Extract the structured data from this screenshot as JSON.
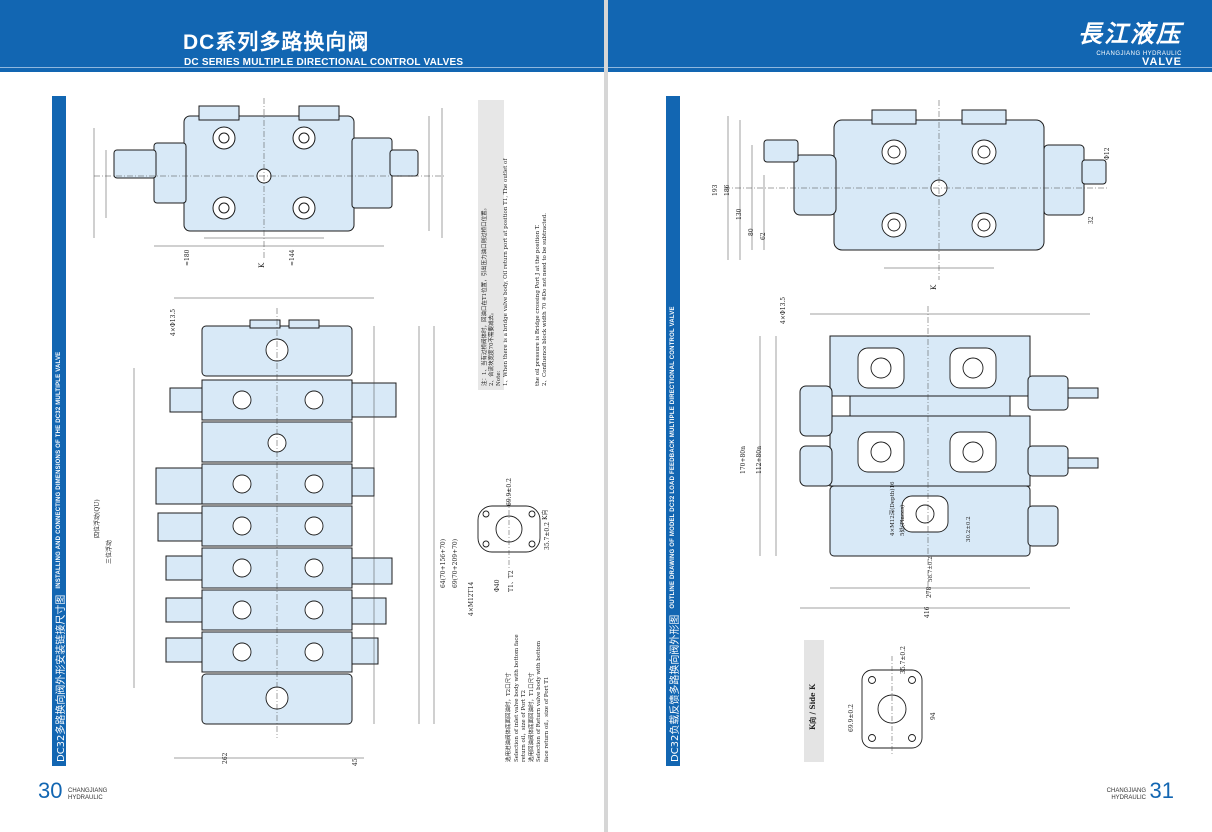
{
  "header": {
    "title_cn": "DC系列多路换向阀",
    "title_en": "DC SERIES MULTIPLE DIRECTIONAL CONTROL VALVES",
    "logo_text": "長江液压",
    "logo_line1": "CHANGJIANG HYDRAULIC",
    "logo_line2": "VALVE"
  },
  "left_page": {
    "section_title_cn": "DC32多路换向阀外形安装链接尺寸图",
    "section_title_en": "INSTALLING AND CONNECTING DIMENSIONS OF THE DC32 MULTIPLE VALVE",
    "page_number": "30",
    "brand_line1": "CHANGJIANG",
    "brand_line2": "HYDRAULIC",
    "notes": [
      "注：1、当有过桥阀体时，回油口在T1位置，引出压力油口则过桥口位置。",
      "2、合流块宽度70不需要减去。",
      "Note:",
      "1、When there is a bridge valve body, Oil return port at position T1, The outlet of",
      "the oil pressure is Bridge crossing Port J at the position T.",
      "2、Confluence block width 70 ※Do not need to be subtracted."
    ],
    "selection": [
      "选用进油阀体底面回油时，T2口尺寸",
      "Selection of inlet valve body with bottom face",
      "return oil，size of Port T2",
      "选用回油阀体底面回油时，T1口尺寸",
      "Selection of Return valve body with bottom",
      "face return oil，size of Port T1"
    ],
    "labels": {
      "quad_float": "四位浮动(QU)",
      "tri_float": "三位浮动",
      "k_dir": "K向",
      "bolt_holes": "4×Φ13.5",
      "dim_m12": "4×M12T14",
      "dim_phi40": "Φ40",
      "ports_t": "T1、T2",
      "dim_64": "64(70+156+70)",
      "dim_69": "69(70+209+70)",
      "dim_357": "35.7±0.2",
      "dim_699": "69.9±0.2",
      "dim_180": "≈180",
      "dim_144": "≈144",
      "dim_262": "262",
      "dim_45": "45",
      "k_mark": "K"
    }
  },
  "right_page": {
    "section_title_cn": "DC32负载反馈多路换向阀外形图",
    "section_title_en": "OUTLINE DRAWING OF MODEL DC32 LOAD FEEDBACK MULTIPLE DIRECTIONAL CONTROL VALVE",
    "page_number": "31",
    "brand_line1": "CHANGJIANG",
    "brand_line2": "HYDRAULIC",
    "side_k": "K向 / Side K",
    "labels": {
      "dim_193": "193",
      "dim_186": "186",
      "dim_130": "130",
      "dim_80": "80",
      "dim_62": "62",
      "dim_12": "Φ12",
      "dim_32": "32",
      "bolt_holes": "4×Φ13.5",
      "dim_170": "170+80n",
      "dim_112": "112+80n",
      "dim_278": "278",
      "dim_416": "416",
      "dim_587": "58.7±0.2",
      "dim_302": "30.2±0.2",
      "dim_357": "35.7±0.2",
      "dim_699": "69.9±0.2",
      "dim_94": "94",
      "m12_depth": "4×M12深(Depth)16",
      "places": "5处(Places)",
      "k_mark": "K"
    }
  },
  "colors": {
    "banner": "#1266b2",
    "valve_fill": "#d8e9f7",
    "line": "#1c1c1c"
  }
}
